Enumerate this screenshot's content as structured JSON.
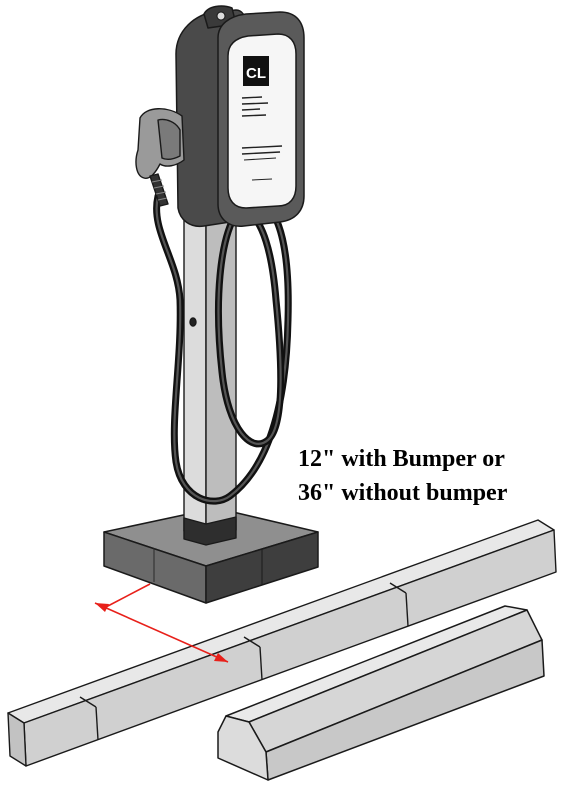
{
  "callout": {
    "line1": "12\" with Bumper or",
    "line2": "36\" without bumper"
  },
  "device": {
    "logo_text": "CL"
  },
  "colors": {
    "dimension_arrow": "#e8201a",
    "outline": "#1a1a1a",
    "housing_dark": "#3a3a3a",
    "housing_mid": "#5c5c5c",
    "faceplate": "#f4f4f4",
    "concrete_top": "#e6e6e6",
    "concrete_side": "#c9c9c9",
    "pad_top": "#9a9a9a",
    "pad_side": "#4e4e4e"
  },
  "icons": [
    "arrow-double-icon"
  ]
}
